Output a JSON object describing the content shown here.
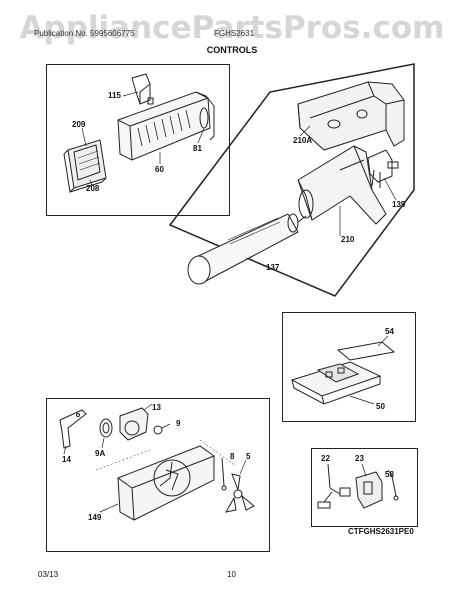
{
  "watermark": "AppliancePartsPros.com",
  "header": {
    "left_text": "Publication No.   5995606775",
    "mid_text": "FGHS2631",
    "section_title": "CONTROLS"
  },
  "panels": {
    "top_left": {
      "labels": [
        "115",
        "209",
        "208",
        "60",
        "81"
      ]
    },
    "top_right": {
      "labels": [
        "210A",
        "139",
        "210",
        "137"
      ]
    },
    "mid_right": {
      "labels": [
        "54",
        "50"
      ]
    },
    "bottom_left": {
      "labels": [
        "13",
        "9",
        "14",
        "9A",
        "8",
        "5",
        "149"
      ]
    },
    "bottom_right": {
      "labels": [
        "22",
        "23",
        "58"
      ]
    }
  },
  "diagram_code": "CTFGHS2631PE0",
  "footer": {
    "date": "03/13",
    "page": "10"
  }
}
